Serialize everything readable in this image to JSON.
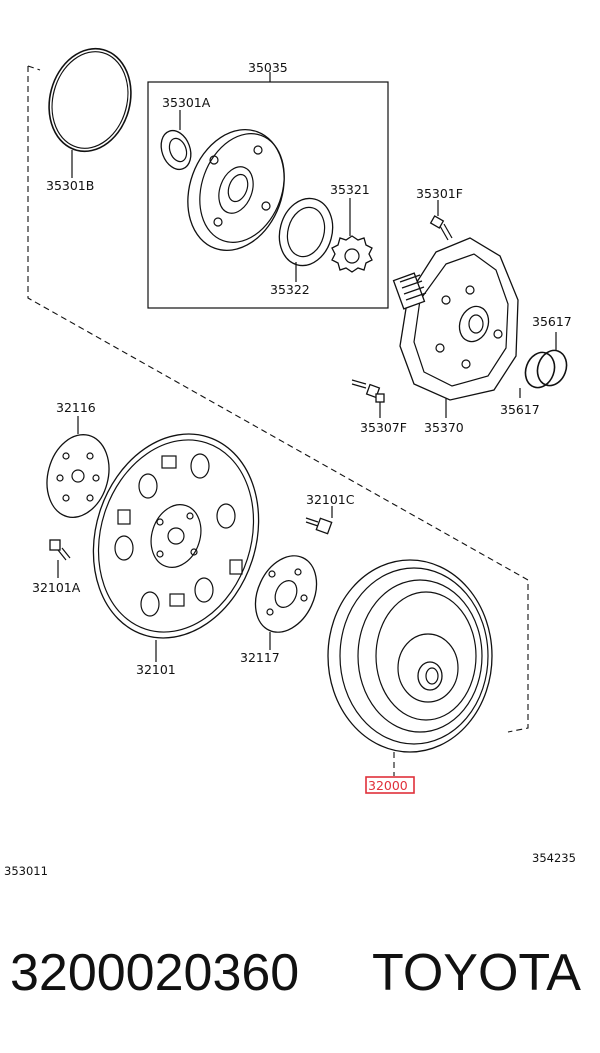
{
  "labels": {
    "p35035": "35035",
    "p35301A": "35301A",
    "p35301B": "35301B",
    "p35321": "35321",
    "p35322": "35322",
    "p35301F": "35301F",
    "p35617a": "35617",
    "p35617b": "35617",
    "p35307F": "35307F",
    "p35370": "35370",
    "p32116": "32116",
    "p32101C": "32101C",
    "p32101A": "32101A",
    "p32101": "32101",
    "p32117": "32117",
    "p32000": "32000"
  },
  "codes": {
    "left": "353011",
    "right": "354235"
  },
  "footer": {
    "part_number": "3200020360",
    "brand": "TOYOTA"
  },
  "colors": {
    "highlight": "#e0303a",
    "line": "#111111"
  }
}
